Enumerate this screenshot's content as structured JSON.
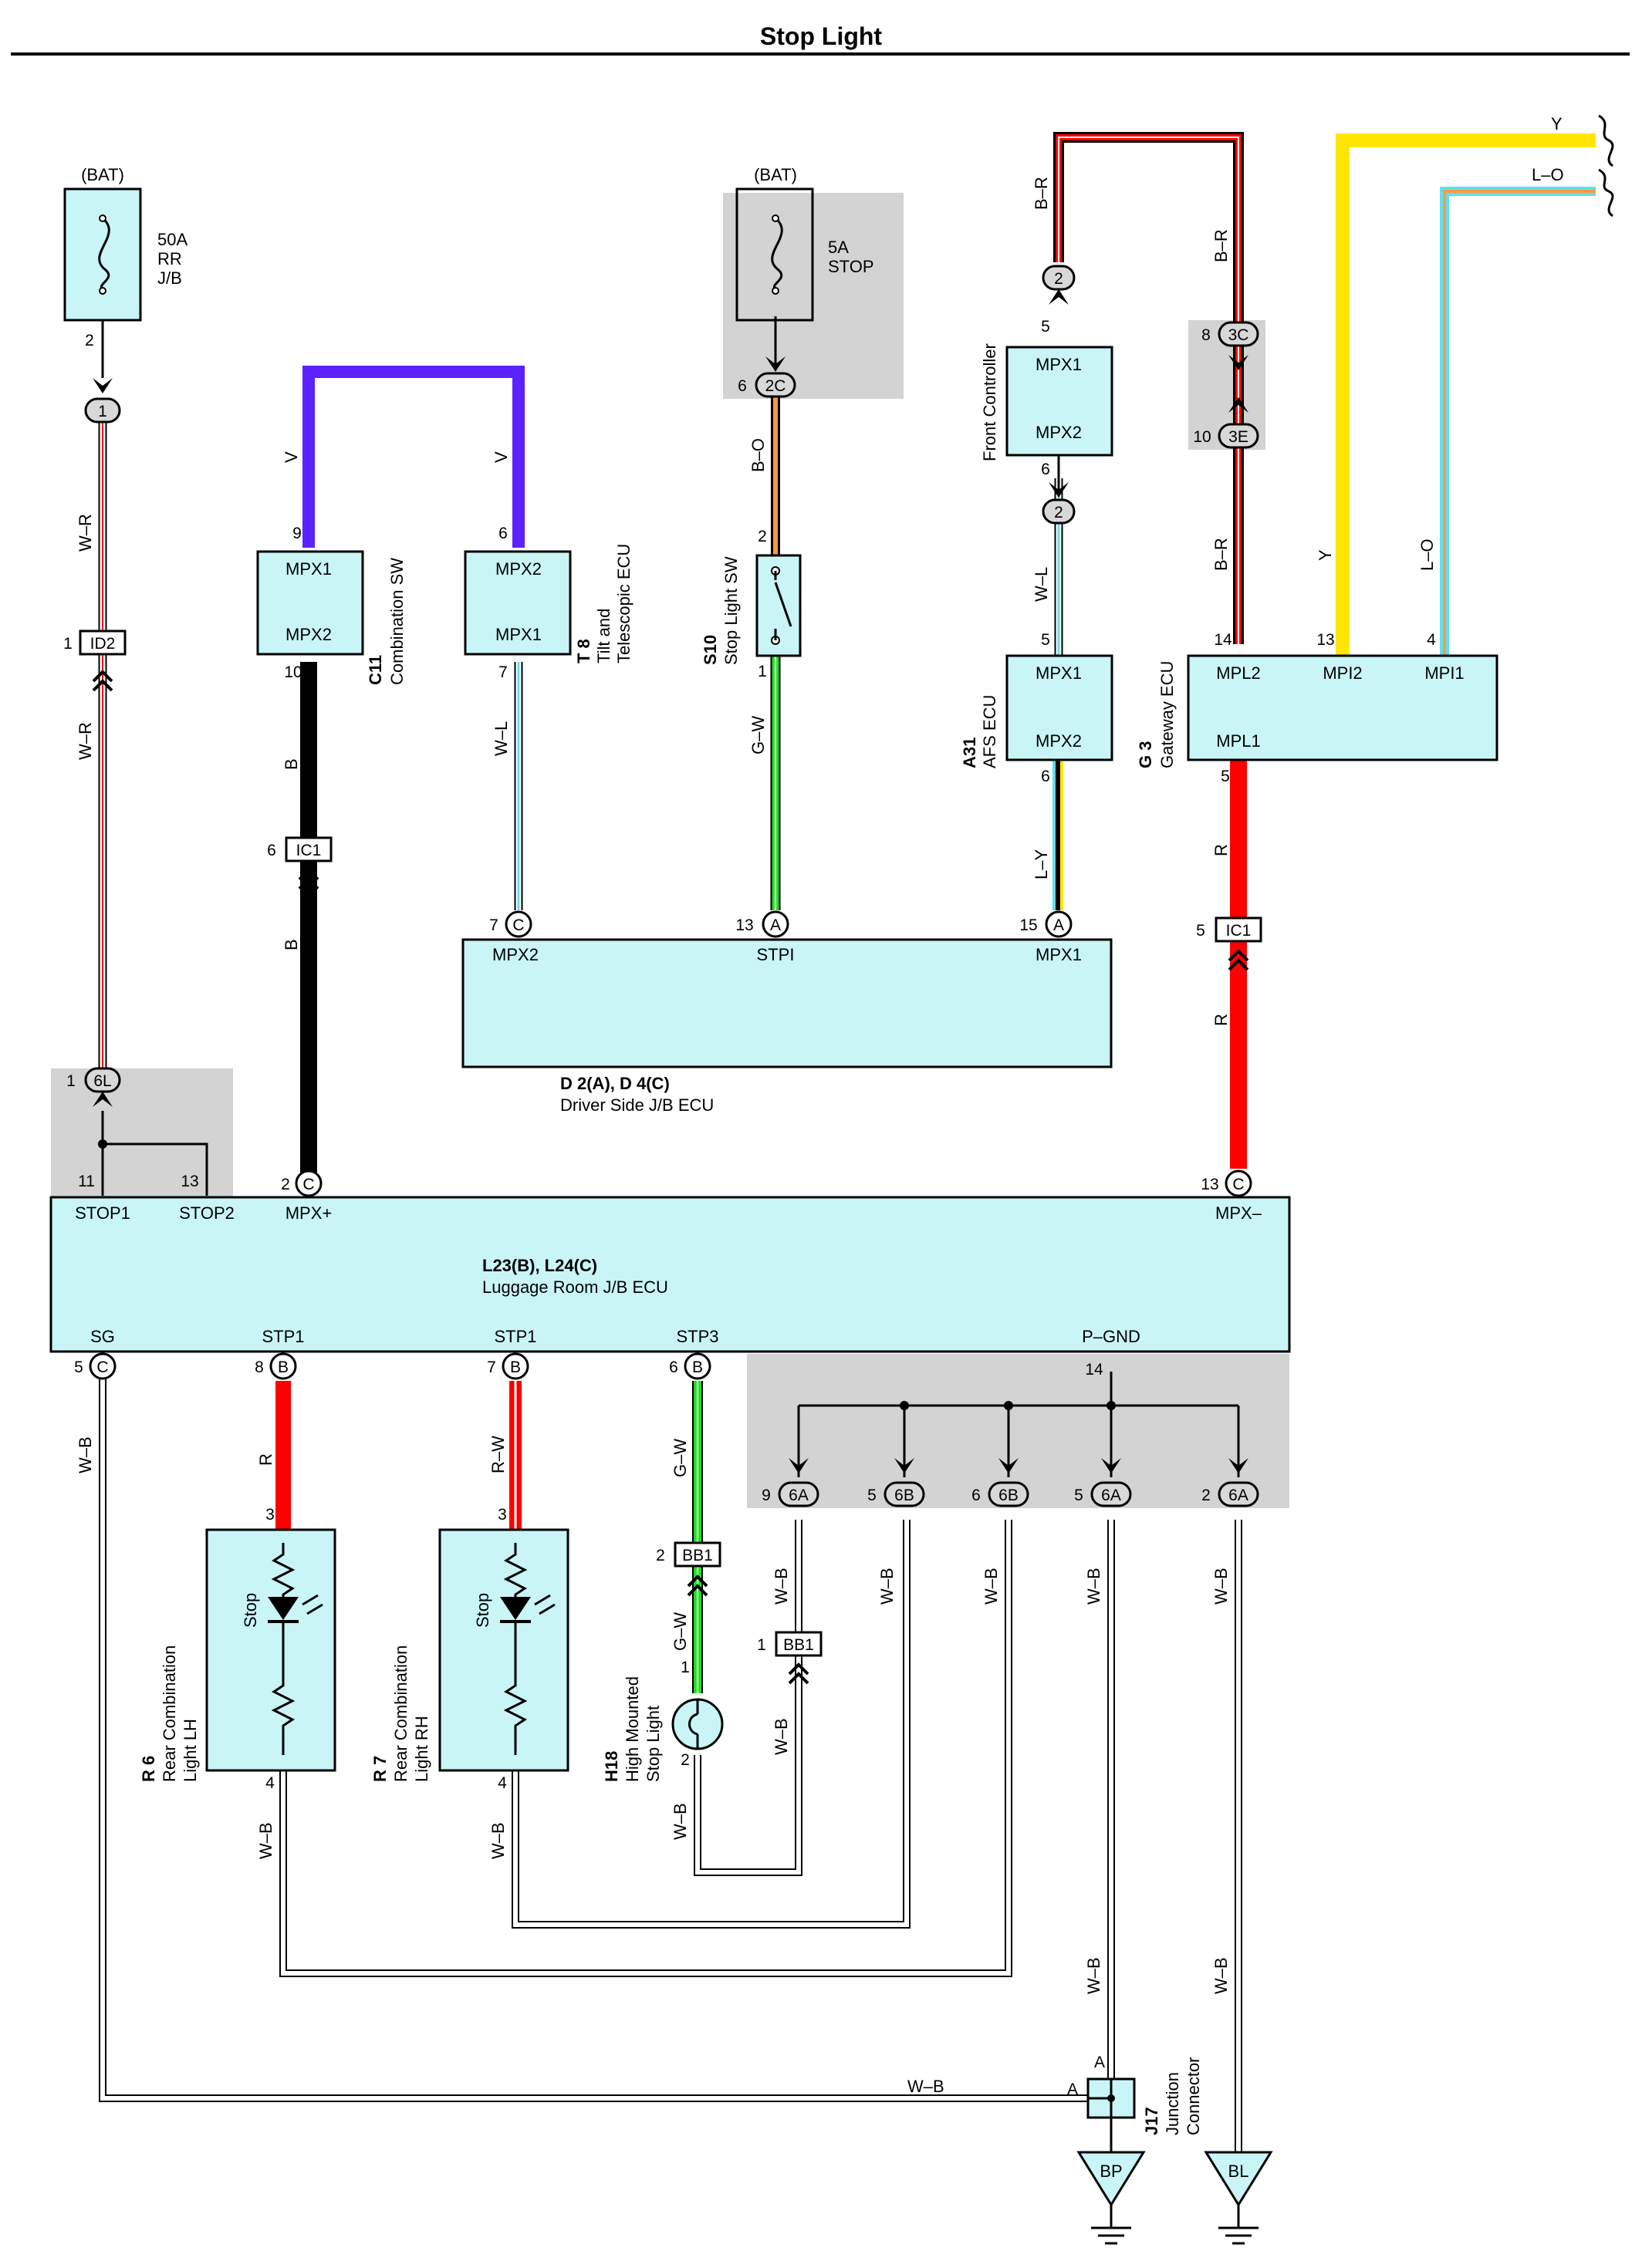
{
  "title": "Stop Light",
  "bat_left": "(BAT)",
  "bat_mid": "(BAT)",
  "fuse_50a": "50A",
  "fuse_rr": "RR",
  "fuse_jb": "J/B",
  "fuse_5a": "5A",
  "fuse_stop": "STOP",
  "components": {
    "combination_sw": {
      "id": "C11",
      "name": "Combination SW",
      "pin_a": "MPX1",
      "pin_b": "MPX2"
    },
    "tilt_ecu": {
      "id": "T 8",
      "name1": "Tilt and",
      "name2": "Telescopic ECU",
      "pin_a": "MPX2",
      "pin_b": "MPX1"
    },
    "stop_light_sw": {
      "id": "S10",
      "name": "Stop Light SW"
    },
    "front_controller": {
      "name": "Front Controller",
      "pin_a": "MPX1",
      "pin_b": "MPX2"
    },
    "afs_ecu": {
      "id": "A31",
      "name": "AFS ECU",
      "pin_a": "MPX1",
      "pin_b": "MPX2"
    },
    "gateway_ecu": {
      "id": "G 3",
      "name": "Gateway ECU",
      "pin_a": "MPL2",
      "pin_b": "MPI2",
      "pin_c": "MPI1",
      "pin_d": "MPL1"
    },
    "driver_jb": {
      "id": "D 2(A), D 4(C)",
      "name": "Driver Side J/B ECU",
      "pin_a": "MPX2",
      "pin_b": "STPI",
      "pin_c": "MPX1"
    },
    "luggage_jb": {
      "id": "L23(B), L24(C)",
      "name": "Luggage Room J/B ECU",
      "pins_top": [
        "STOP1",
        "STOP2",
        "MPX+",
        "MPX–"
      ],
      "pins_bottom": [
        "SG",
        "STP1",
        "STP1",
        "STP3",
        "P–GND"
      ]
    },
    "rear_lh": {
      "id": "R 6",
      "name1": "Rear Combination",
      "name2": "Light LH",
      "inner": "Stop"
    },
    "rear_rh": {
      "id": "R 7",
      "name1": "Rear Combination",
      "name2": "Light RH",
      "inner": "Stop"
    },
    "high_mounted": {
      "id": "H18",
      "name1": "High Mounted",
      "name2": "Stop Light"
    },
    "junction": {
      "id": "J17",
      "name1": "Junction",
      "name2": "Connector"
    }
  },
  "wires": {
    "w_r": "W–R",
    "v": "V",
    "b": "B",
    "w_l": "W–L",
    "b_o": "B–O",
    "g_w": "G–W",
    "b_r": "B–R",
    "l_y": "L–Y",
    "y": "Y",
    "l_o": "L–O",
    "r": "R",
    "r_w": "R–W",
    "w_b": "W–B"
  },
  "connectors": {
    "c1": "1",
    "id2": "ID2",
    "ic1": "IC1",
    "c6l": "6L",
    "c2c": "2C",
    "c2": "2",
    "c3c": "3C",
    "c3e": "3E",
    "cC": "C",
    "cA": "A",
    "cB": "B",
    "c6a": "6A",
    "c6b": "6B",
    "bb1": "BB1"
  },
  "pins": {
    "p1": "1",
    "p2": "2",
    "p3": "3",
    "p4": "4",
    "p5": "5",
    "p6": "6",
    "p7": "7",
    "p8": "8",
    "p9": "9",
    "p10": "10",
    "p11": "11",
    "p13": "13",
    "p14": "14",
    "p15": "15",
    "pA": "A"
  },
  "grounds": {
    "bp": "BP",
    "bl": "BL"
  },
  "colors": {
    "box_fill": "#c9f5f7",
    "gray": "#d3d3d3",
    "violet": "#5b22ff",
    "red": "#ff0000",
    "green": "#22dd22",
    "yellow": "#ffe600",
    "cyan": "#5fe0f0",
    "orange": "#ff9a40",
    "black": "#000000"
  }
}
